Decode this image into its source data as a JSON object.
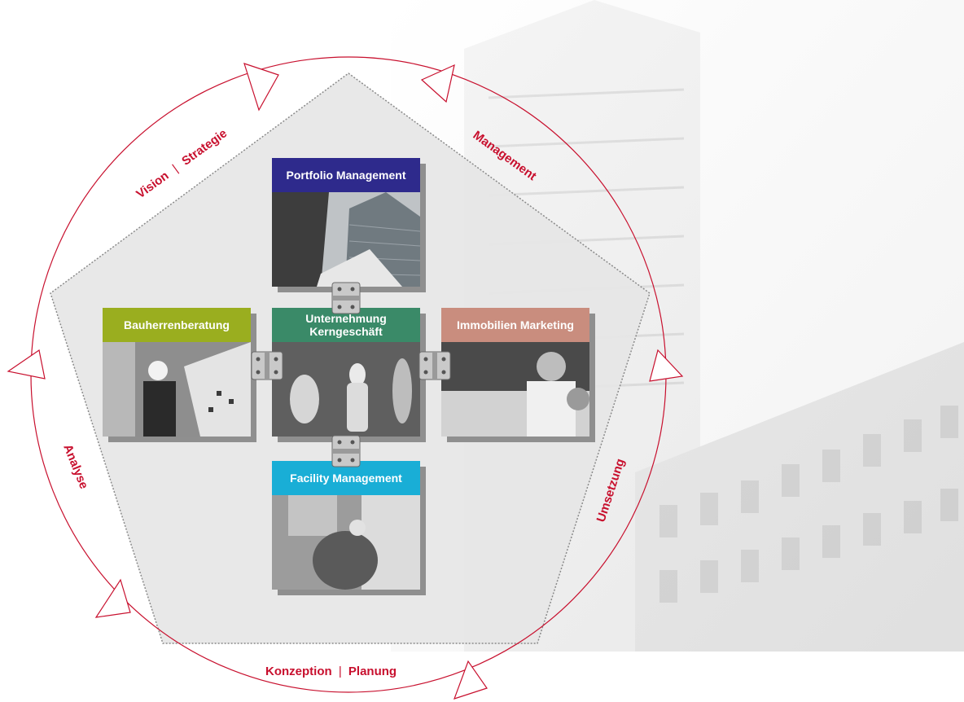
{
  "tiles": {
    "portfolio": {
      "label": "Portfolio Management",
      "color": "#2e2a8c"
    },
    "core": {
      "label_line1": "Unternehmung",
      "label_line2": "Kerngeschäft",
      "color": "#3a8a68"
    },
    "bauherren": {
      "label": "Bauherrenberatung",
      "color": "#9aae1f"
    },
    "marketing": {
      "label": "Immobilien Marketing",
      "color": "#c98d7e"
    },
    "facility": {
      "label": "Facility Management",
      "color": "#19aed6"
    }
  },
  "cycle": {
    "vision": "Vision",
    "strategie": "Strategie",
    "management": "Management",
    "umsetzung": "Umsetzung",
    "konzeption": "Konzeption",
    "planung": "Planung",
    "analyse": "Analyse",
    "separator": "|",
    "color": "#c8102e"
  },
  "photo_icons": [
    "skyscrapers-photo",
    "chess-pieces-photo",
    "architect-plans-photo",
    "call-center-photo",
    "window-repair-photo",
    "building-facade-photo"
  ]
}
